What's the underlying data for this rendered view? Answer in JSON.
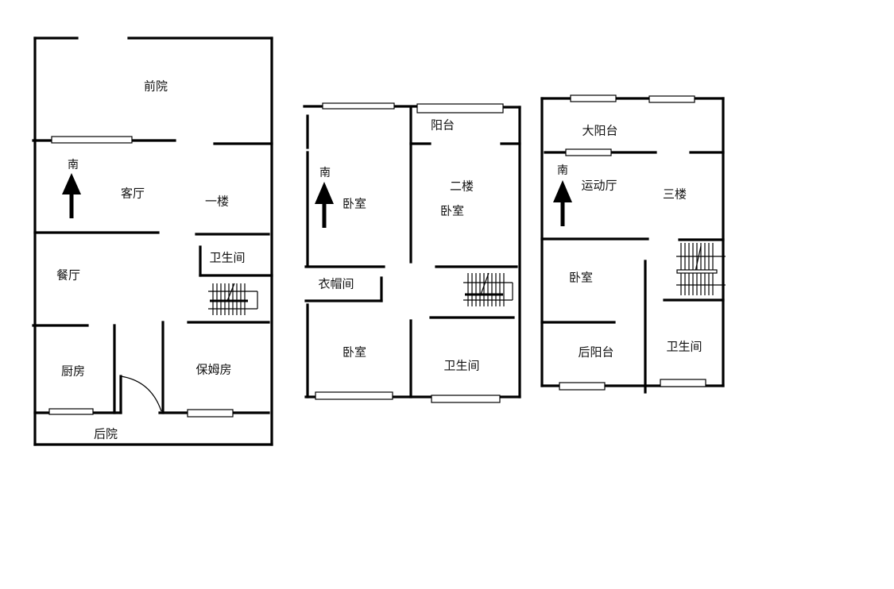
{
  "floor_plans": [
    {
      "name": "ground-floor",
      "title": "一楼",
      "north_label": "南",
      "rooms": [
        {
          "id": "front-yard",
          "label": "前院"
        },
        {
          "id": "living-room",
          "label": "客厅"
        },
        {
          "id": "floor-title",
          "label": "一楼"
        },
        {
          "id": "dining-room",
          "label": "餐厅"
        },
        {
          "id": "bathroom",
          "label": "卫生间"
        },
        {
          "id": "kitchen",
          "label": "厨房"
        },
        {
          "id": "maid-room",
          "label": "保姆房"
        },
        {
          "id": "back-yard",
          "label": "后院"
        }
      ]
    },
    {
      "name": "second-floor",
      "title": "二楼",
      "north_label": "南",
      "rooms": [
        {
          "id": "balcony",
          "label": "阳台"
        },
        {
          "id": "bedroom-left",
          "label": "卧室"
        },
        {
          "id": "floor-title",
          "label": "二楼"
        },
        {
          "id": "bedroom-right",
          "label": "卧室"
        },
        {
          "id": "cloakroom",
          "label": "衣帽间"
        },
        {
          "id": "bedroom-bottom",
          "label": "卧室"
        },
        {
          "id": "bathroom",
          "label": "卫生间"
        }
      ]
    },
    {
      "name": "third-floor",
      "title": "三楼",
      "north_label": "南",
      "rooms": [
        {
          "id": "large-balcony",
          "label": "大阳台"
        },
        {
          "id": "gym",
          "label": "运动厅"
        },
        {
          "id": "floor-title",
          "label": "三楼"
        },
        {
          "id": "bedroom",
          "label": "卧室"
        },
        {
          "id": "rear-balcony",
          "label": "后阳台"
        },
        {
          "id": "bathroom",
          "label": "卫生间"
        }
      ]
    }
  ]
}
